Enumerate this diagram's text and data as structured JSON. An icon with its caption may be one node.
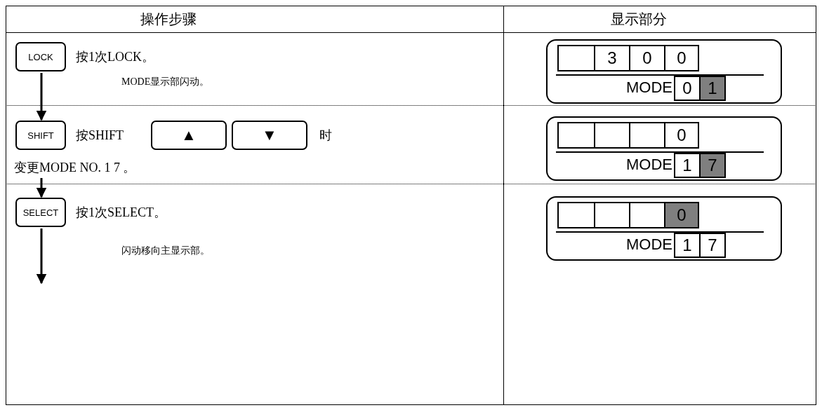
{
  "diagram": {
    "nodes": [
      {
        "text": [
          "LOCK"
        ]
      },
      {
        "text": [
          "MODE"
        ]
      },
      {
        "text": [],
        "shape": "box",
        "in": 1
      },
      {
        "text": [
          "3"
        ],
        "in": 1
      },
      {
        "text": [
          "0"
        ],
        "in": 1
      },
      {
        "text": [
          "0"
        ],
        "in": 1
      },
      {
        "text": [
          "0"
        ],
        "in": 1
      },
      {
        "text": [
          "1"
        ],
        "in": 1
      },
      {
        "text": [
          "SHIFT"
        ]
      },
      {
        "text": [
          "▲"
        ]
      },
      {
        "text": [
          "▼"
        ]
      },
      {
        "text": [
          "变更MODE NO. 1 7 。"
        ]
      },
      {
        "text": [
          "MODE"
        ]
      },
      {
        "text": [],
        "shape": "box",
        "in": 12
      },
      {
        "text": [],
        "shape": "box",
        "in": 12
      },
      {
        "text": [],
        "shape": "box",
        "in": 12
      },
      {
        "text": [
          "0"
        ],
        "in": 12
      },
      {
        "text": [
          "1"
        ],
        "in": 12
      },
      {
        "text": [
          "7"
        ],
        "in": 12
      },
      {
        "text": [
          "SELECT"
        ]
      },
      {
        "text": [
          "MODE"
        ]
      },
      {
        "text": [],
        "shape": "box",
        "in": 20
      },
      {
        "text": [],
        "shape": "box",
        "in": 20
      },
      {
        "text": [],
        "shape": "box",
        "in": 20
      },
      {
        "text": [
          "0"
        ],
        "in": 20
      },
      {
        "text": [
          "1"
        ],
        "in": 20
      },
      {
        "text": [
          "7"
        ],
        "in": 20
      }
    ],
    "edges": [
      {
        "from": 0,
        "to": 8,
        "arrow": "to"
      },
      {
        "from": 11,
        "to": 19,
        "arrow": "to"
      },
      {
        "from": 19,
        "to": null,
        "arrow": "to"
      }
    ],
    "labels": [
      "操作步骤",
      "显示部分",
      "按1次LOCK。",
      "MODE显示部闪动。",
      "按SHIFT",
      "时",
      "按1次SELECT。",
      "闪动移向主显示部。"
    ]
  }
}
